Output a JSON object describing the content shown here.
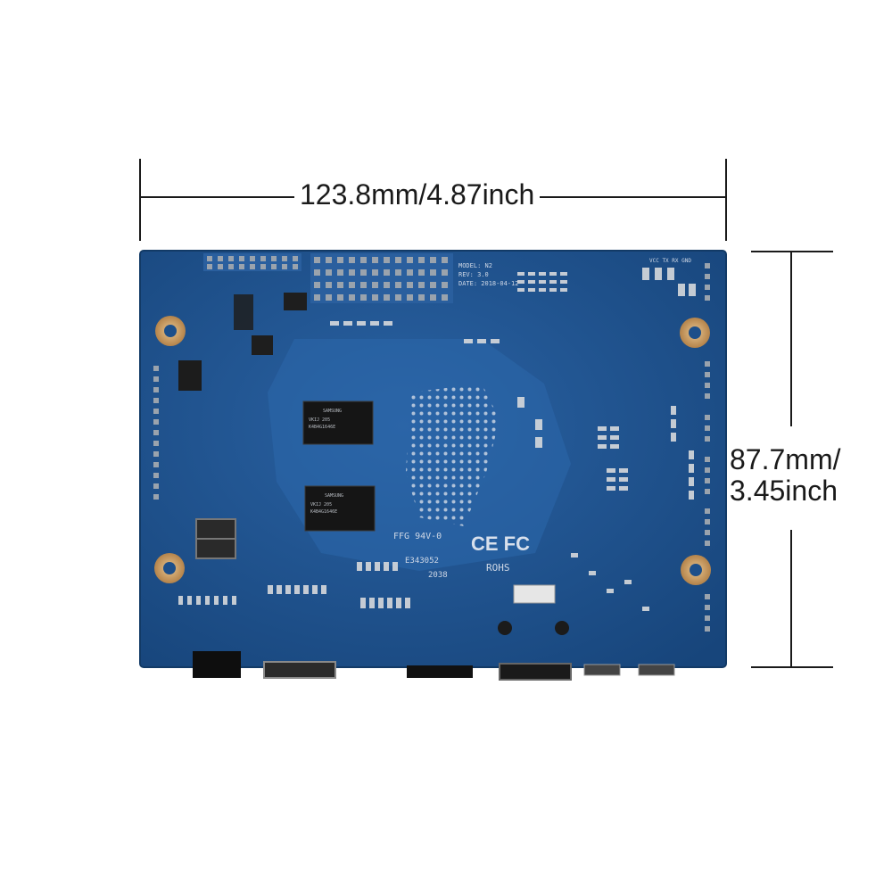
{
  "dimensions": {
    "width_label": "123.8mm/4.87inch",
    "height_label_line1": "87.7mm/",
    "height_label_line2": "3.45inch"
  },
  "board": {
    "model_text": "MODEL: N2",
    "rev_text": "REV: 3.0",
    "date_text": "DATE: 2018-04-12",
    "fcc_mark": "CE FC",
    "ffg_text": "FFG 94V-0",
    "cert_text": "E343052",
    "date_code": "2038",
    "rohs_text": "ROHS",
    "chip1_line1": "SAMSUNG",
    "chip1_line2": "VKIJ 205",
    "chip1_line3": "K4B4G1646E",
    "chip2_line1": "SAMSUNG",
    "chip2_line2": "VKIJ 205",
    "chip2_line3": "K4B4G1646E",
    "uart_label": "VCC  TX  RX  GND",
    "colors": {
      "pcb": "#1d4f8a",
      "pcb_dark": "#163f70",
      "pad_gold": "#c99a5a",
      "dimension_line": "#1a1a1a"
    }
  }
}
